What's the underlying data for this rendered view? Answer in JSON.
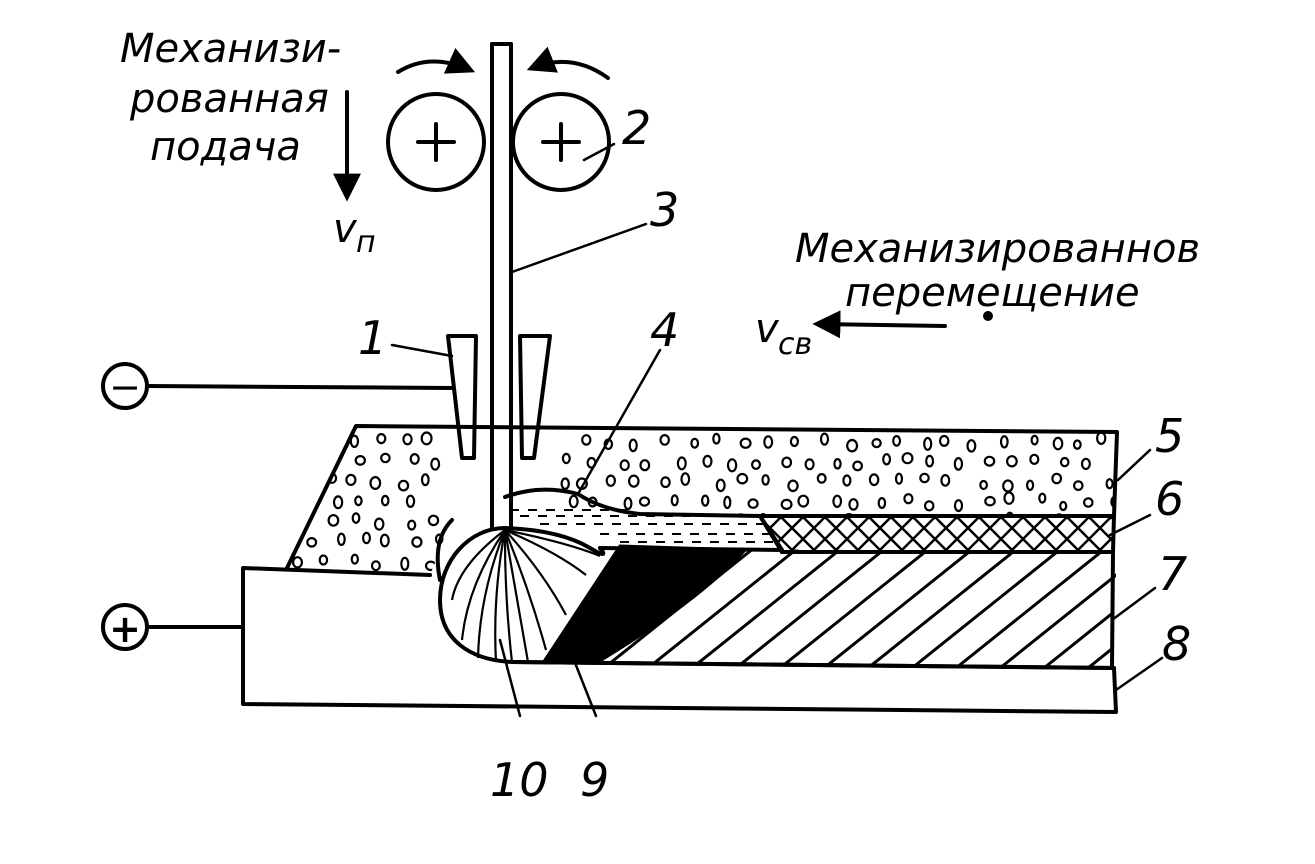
{
  "captions": {
    "feed_line1": "Механизи-",
    "feed_line2": "рованная",
    "feed_line3": "подача",
    "feed_speed": "v",
    "feed_speed_sub": "п",
    "travel_line1": "Механизированнов",
    "travel_line2": "перемещение",
    "travel_speed": "v",
    "travel_speed_sub": "св"
  },
  "polarity": {
    "negative": "−",
    "positive": "+"
  },
  "labels": [
    "1",
    "2",
    "3",
    "4",
    "5",
    "6",
    "7",
    "8",
    "9",
    "10"
  ],
  "colors": {
    "ink": "#000000",
    "paper": "#ffffff"
  }
}
